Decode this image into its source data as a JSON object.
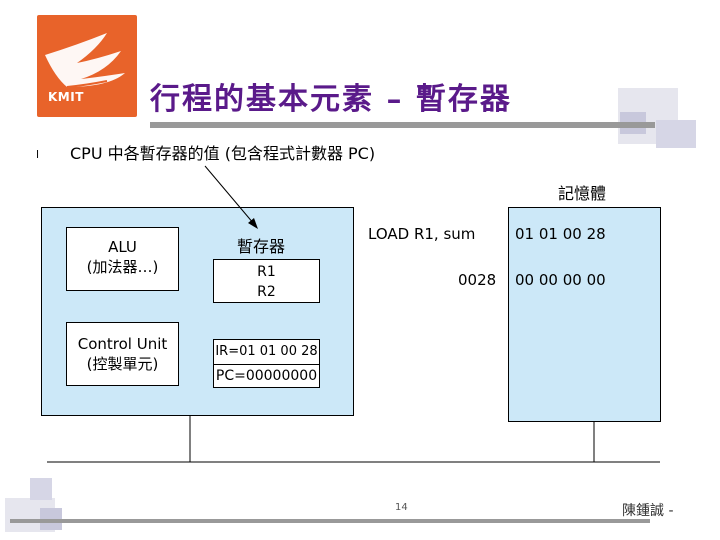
{
  "logo": {
    "text": "KMIT",
    "color": "#e8632a"
  },
  "title": "行程的基本元素 – 暫存器",
  "bullet": {
    "marker": "l",
    "text": "CPU 中各暫存器的值 (包含程式計數器 PC)"
  },
  "diagram": {
    "memory_label": "記憶體",
    "register_label": "暫存器",
    "alu": {
      "line1": "ALU",
      "line2": "(加法器…)"
    },
    "control_unit": {
      "line1": "Control Unit",
      "line2": "(控製單元)"
    },
    "registers": {
      "r1": "R1",
      "r2": "R2"
    },
    "ir": "IR=01 01 00 28",
    "pc": "PC=00000000",
    "instruction": "LOAD R1, sum",
    "memory_cell_1": "01 01 00 28",
    "address": "0028",
    "memory_cell_2": "00 00 00 00",
    "colors": {
      "box_fill": "#cce8f8",
      "title": "#5a1a8a"
    }
  },
  "footer": {
    "page": "14",
    "author": "陳鍾誠 -"
  }
}
